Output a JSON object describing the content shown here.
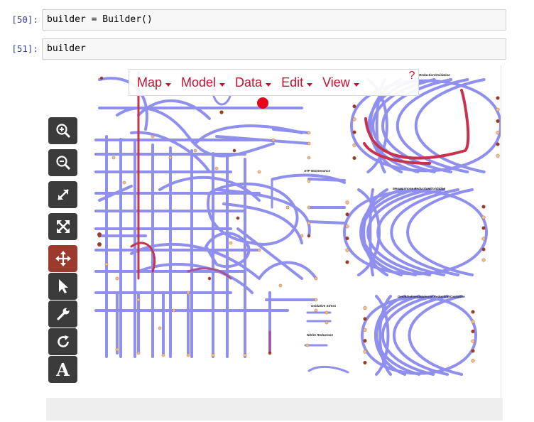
{
  "cells": [
    {
      "prompt": "[50]:",
      "code": "builder = Builder()"
    },
    {
      "prompt": "[51]:",
      "code": "builder"
    }
  ],
  "menu": [
    {
      "label": "Map"
    },
    {
      "label": "Model"
    },
    {
      "label": "Data"
    },
    {
      "label": "Edit"
    },
    {
      "label": "View"
    }
  ],
  "help_label": "?",
  "toolbar": [
    {
      "name": "zoom-in",
      "icon": "zoom-in-icon"
    },
    {
      "name": "zoom-out",
      "icon": "zoom-out-icon"
    },
    {
      "name": "zoom-to-fit",
      "icon": "expand-icon"
    },
    {
      "name": "zoom-to-canvas",
      "icon": "fit-canvas-icon"
    },
    {
      "name": "pan",
      "icon": "move-icon",
      "active": true
    },
    {
      "name": "select",
      "icon": "cursor-icon"
    },
    {
      "name": "edit-reactions",
      "icon": "wrench-icon"
    },
    {
      "name": "rotate",
      "icon": "rotate-icon"
    },
    {
      "name": "text",
      "icon": "text-icon",
      "glyph": "A"
    }
  ],
  "map_labels": {
    "top_right": "Reduction/Oxidation",
    "atp": "ATP Maintenance",
    "menaquinone": "Menaquinone Reduction/Oxidation",
    "oxidative": "Oxidative Stress",
    "nitrite": "Nitrite Reductase",
    "demethyl": "Demethylmenaquinone Reduction/Oxidation"
  },
  "colors": {
    "reaction": "#8f8fef",
    "highlight": "#c8324e",
    "metabolite": "#f0c08a",
    "metabolite_dark": "#9b3a2a",
    "menu": "#c8102e"
  }
}
